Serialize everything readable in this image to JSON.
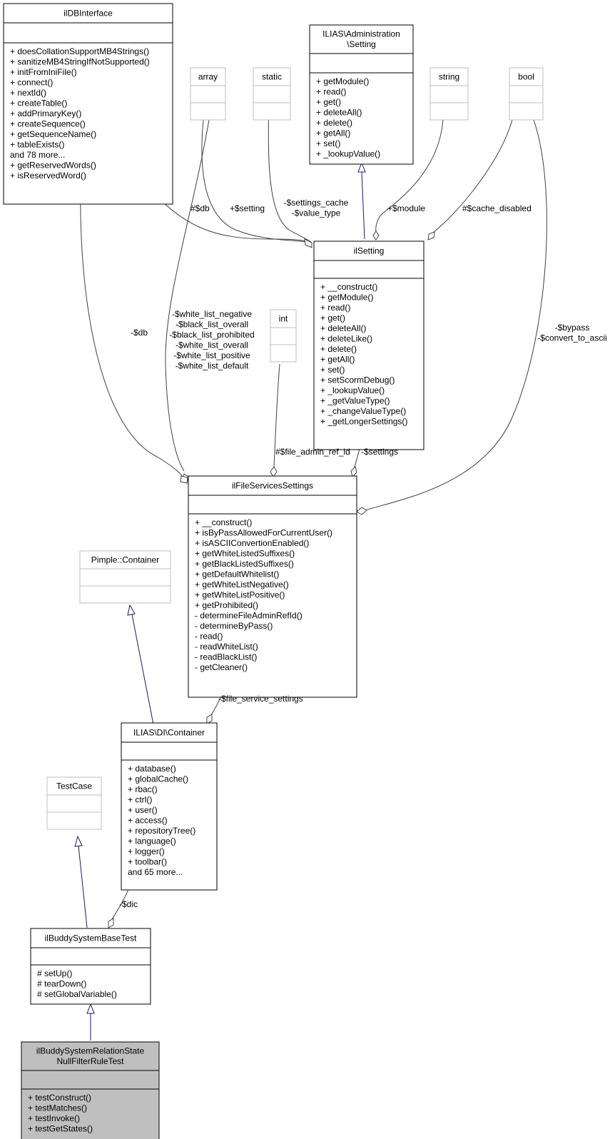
{
  "diagram": {
    "classes": {
      "ilDBInterface": {
        "title": [
          "ilDBInterface"
        ],
        "members": [
          "+ doesCollationSupportMB4Strings()",
          "+ sanitizeMB4StringIfNotSupported()",
          "+ initFromIniFile()",
          "+ connect()",
          "+ nextId()",
          "+ createTable()",
          "+ addPrimaryKey()",
          "+ createSequence()",
          "+ getSequenceName()",
          "+ tableExists()",
          "and 78 more...",
          "+ getReservedWords()",
          "+ isReservedWord()"
        ]
      },
      "array": {
        "title": [
          "array"
        ],
        "members": []
      },
      "static": {
        "title": [
          "static"
        ],
        "members": []
      },
      "iliasSetting": {
        "title": [
          "ILIAS\\Administration",
          "\\Setting"
        ],
        "members": [
          "+ getModule()",
          "+ read()",
          "+ get()",
          "+ deleteAll()",
          "+ delete()",
          "+ getAll()",
          "+ set()",
          "+ _lookupValue()"
        ]
      },
      "string": {
        "title": [
          "string"
        ],
        "members": []
      },
      "bool": {
        "title": [
          "bool"
        ],
        "members": []
      },
      "ilSetting": {
        "title": [
          "ilSetting"
        ],
        "members": [
          "+ __construct()",
          "+ getModule()",
          "+ read()",
          "+ get()",
          "+ deleteAll()",
          "+ deleteLike()",
          "+ delete()",
          "+ getAll()",
          "+ set()",
          "+ setScormDebug()",
          "+ _lookupValue()",
          "+ _getValueType()",
          "+ _changeValueType()",
          "+ _getLongerSettings()"
        ]
      },
      "int": {
        "title": [
          "int"
        ],
        "members": []
      },
      "ilFileServicesSettings": {
        "title": [
          "ilFileServicesSettings"
        ],
        "members": [
          "+ __construct()",
          "+ isByPassAllowedForCurrentUser()",
          "+ isASCIIConvertionEnabled()",
          "+ getWhiteListedSuffixes()",
          "+ getBlackListedSuffixes()",
          "+ getDefaultWhitelist()",
          "+ getWhiteListNegative()",
          "+ getWhiteListPositive()",
          "+ getProhibited()",
          "- determineFileAdminRefId()",
          "- determineByPass()",
          "- read()",
          "- readWhiteList()",
          "- readBlackList()",
          "- getCleaner()"
        ]
      },
      "pimpleContainer": {
        "title": [
          "Pimple::Container"
        ],
        "members": []
      },
      "diContainer": {
        "title": [
          "ILIAS\\DI\\Container"
        ],
        "members": [
          "+ database()",
          "+ globalCache()",
          "+ rbac()",
          "+ ctrl()",
          "+ user()",
          "+ access()",
          "+ repositoryTree()",
          "+ language()",
          "+ logger()",
          "+ toolbar()",
          "and 65 more..."
        ]
      },
      "testCase": {
        "title": [
          "TestCase"
        ],
        "members": []
      },
      "baseTest": {
        "title": [
          "ilBuddySystemBaseTest"
        ],
        "members": [
          "# setUp()",
          "# tearDown()",
          "# setGlobalVariable()"
        ]
      },
      "focusTest": {
        "title": [
          "ilBuddySystemRelationState",
          "NullFilterRuleTest"
        ],
        "members": [
          "+ testConstruct()",
          "+ testMatches()",
          "+ testInvoke()",
          "+ testGetStates()"
        ]
      }
    },
    "edge_labels": {
      "db_setting": [
        "#$db"
      ],
      "setting_var": [
        "+$setting"
      ],
      "settings_cache": [
        "-$settings_cache",
        "-$value_type"
      ],
      "module": [
        "+$module"
      ],
      "cache_disabled": [
        "#$cache_disabled"
      ],
      "db_fss": [
        "-$db"
      ],
      "lists": [
        "-$white_list_negative",
        "-$black_list_overall",
        "-$black_list_prohibited",
        "-$white_list_overall",
        "-$white_list_positive",
        "-$white_list_default"
      ],
      "bypass": [
        "-$bypass",
        "-$convert_to_ascii"
      ],
      "file_admin": [
        "#$file_admin_ref_id"
      ],
      "settings_fss": [
        "-$settings"
      ],
      "file_service_settings": [
        "-$file_service_settings"
      ],
      "dic": [
        "-$dic"
      ]
    }
  }
}
